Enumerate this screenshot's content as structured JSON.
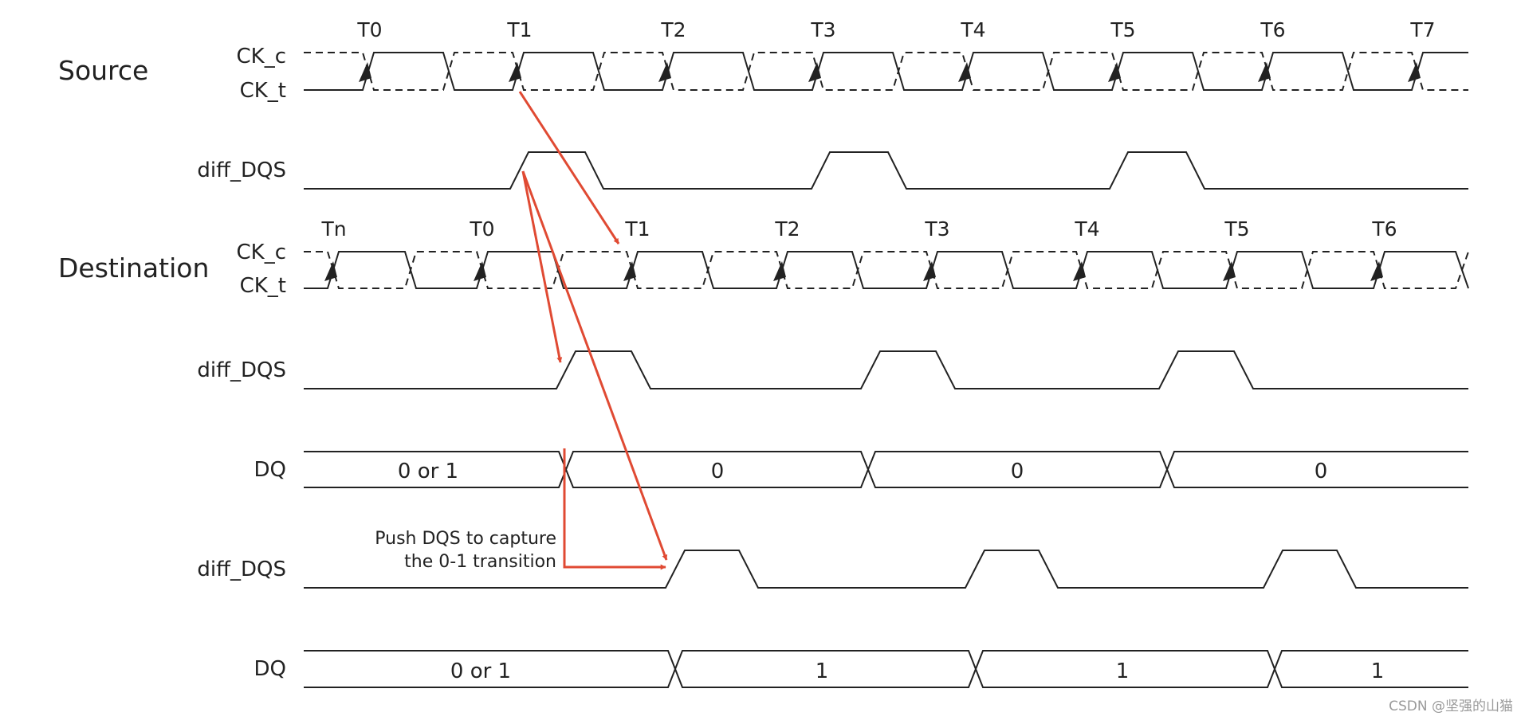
{
  "groups": {
    "source": "Source",
    "destination": "Destination"
  },
  "signal_labels": {
    "ck_c": "CK_c",
    "ck_t": "CK_t",
    "diff_dqs": "diff_DQS",
    "dq": "DQ"
  },
  "source_clock_ticks": [
    "T0",
    "T1",
    "T2",
    "T3",
    "T4",
    "T5",
    "T6",
    "T7"
  ],
  "destination_clock_ticks": [
    "Tn",
    "T0",
    "T1",
    "T2",
    "T3",
    "T4",
    "T5",
    "T6"
  ],
  "dq_values_first": [
    "0 or 1",
    "0",
    "0",
    "0"
  ],
  "dq_values_second": [
    "0 or 1",
    "1",
    "1",
    "1"
  ],
  "annotation": {
    "line1": "Push DQS to capture",
    "line2": "the 0-1 transition"
  },
  "watermark": "CSDN @坚强的山猫",
  "colors": {
    "signal": "#222222",
    "arrow": "#e04a33"
  }
}
